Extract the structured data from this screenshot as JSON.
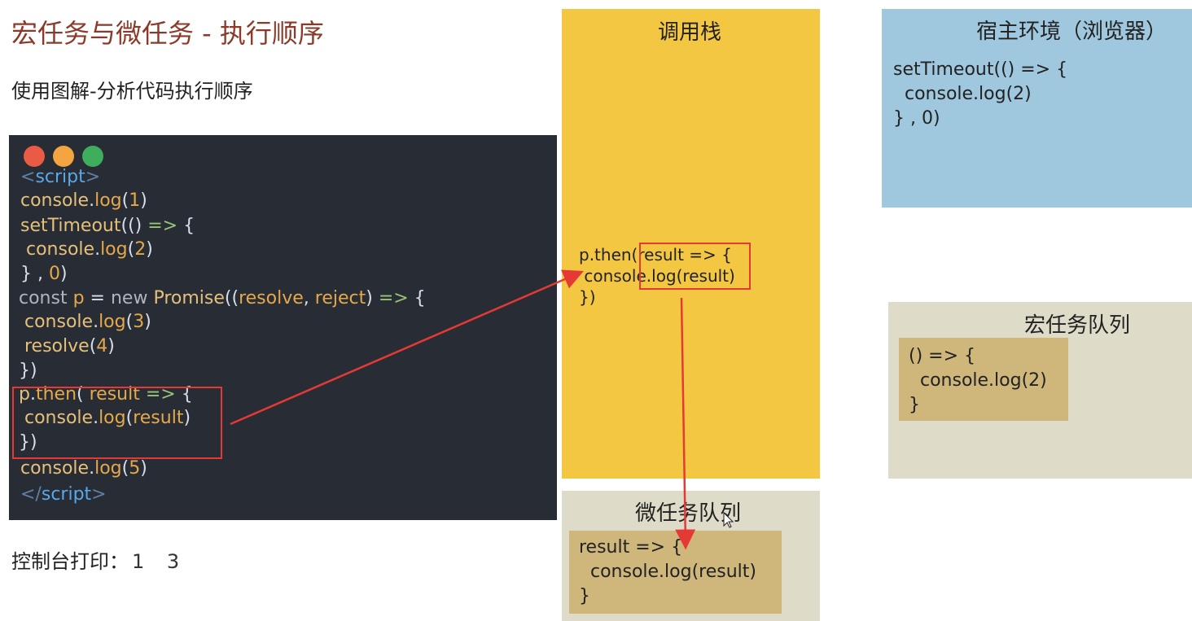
{
  "title": "宏任务与微任务 - 执行顺序",
  "subtitle": "使用图解-分析代码执行顺序",
  "console": {
    "label": "控制台打印：",
    "values": "1  3"
  },
  "colors": {
    "window_close": "#e95b45",
    "window_minimize": "#f2a541",
    "window_zoom": "#3fae5c",
    "call_stack_bg": "#f4c743",
    "host_env_bg": "#9fc8df",
    "queue_bg": "#dedbc8",
    "queue_item_bg": "#cfb77c",
    "highlight_red": "#e53935"
  },
  "code": {
    "lines": [
      [
        "<",
        "script",
        ">"
      ],
      [
        "console",
        ".",
        "log",
        "(",
        "1",
        ")"
      ],
      [
        "setTimeout",
        "((",
        ") ",
        "=>",
        " {"
      ],
      [
        " console",
        ".",
        "log",
        "(",
        "2",
        ")"
      ],
      [
        "} , ",
        "0",
        ")"
      ],
      [
        "const ",
        "p",
        " = ",
        "new ",
        "Promise",
        "((",
        "resolve",
        ", ",
        "reject",
        ") ",
        "=>",
        " {"
      ],
      [
        " console",
        ".",
        "log",
        "(",
        "3",
        ")"
      ],
      [
        " resolve",
        "(",
        "4",
        ")"
      ],
      [
        "})"
      ],
      [
        "p",
        ".",
        "then",
        "( ",
        "result",
        " ",
        "=>",
        " {"
      ],
      [
        " console",
        ".",
        "log",
        "(",
        "result",
        ")"
      ],
      [
        "})"
      ],
      [
        "console",
        ".",
        "log",
        "(",
        "5",
        ")"
      ],
      [
        "</",
        "script",
        ">"
      ]
    ]
  },
  "call_stack": {
    "title": "调用栈",
    "code": "p.then(result => {\n console.log(result)\n})"
  },
  "micro_queue": {
    "title": "微任务队列",
    "item": "result => {\n  console.log(result)\n}"
  },
  "host_env": {
    "title": "宿主环境（浏览器）",
    "code": "setTimeout(() => {\n  console.log(2)\n} , 0)"
  },
  "macro_queue": {
    "title": "宏任务队列",
    "item": "() => {\n  console.log(2)\n}"
  }
}
